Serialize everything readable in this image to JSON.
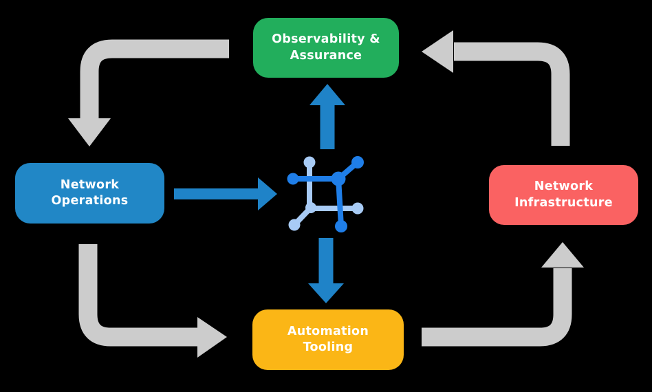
{
  "background_color": "#000000",
  "diagram": {
    "nodes": [
      {
        "id": "observability-assurance",
        "line1": "Observability &",
        "line2": "Assurance",
        "color": "#22AE5C",
        "text_color": "#FFFFFF"
      },
      {
        "id": "network-operations",
        "line1": "Network",
        "line2": "Operations",
        "color": "#2187C6",
        "text_color": "#FFFFFF"
      },
      {
        "id": "network-infrastructure",
        "line1": "Network",
        "line2": "Infrastructure",
        "color": "#FA6262",
        "text_color": "#FFFFFF"
      },
      {
        "id": "automation-tooling",
        "line1": "Automation",
        "line2": "Tooling",
        "color": "#FBB616",
        "text_color": "#FFFFFF"
      }
    ],
    "center_icon": {
      "name": "network-mesh-icon",
      "color_dark": "#1F7EE8",
      "color_light": "#A8CBF5"
    },
    "colors": {
      "flow_gray": "#CCCCCC",
      "flow_blue": "#1F83C8"
    },
    "flows": [
      {
        "from": "Observability & Assurance",
        "to": "Network Operations",
        "style": "gray-elbow"
      },
      {
        "from": "Network Operations",
        "to": "Automation Tooling",
        "style": "gray-elbow"
      },
      {
        "from": "Automation Tooling",
        "to": "Network Infrastructure",
        "style": "gray-elbow"
      },
      {
        "from": "Network Infrastructure",
        "to": "Observability & Assurance",
        "style": "gray-elbow"
      },
      {
        "from": "Network Operations",
        "to": "center-icon",
        "style": "blue-straight"
      },
      {
        "from": "center-icon",
        "to": "Observability & Assurance",
        "style": "blue-straight"
      },
      {
        "from": "center-icon",
        "to": "Automation Tooling",
        "style": "blue-straight"
      }
    ]
  }
}
